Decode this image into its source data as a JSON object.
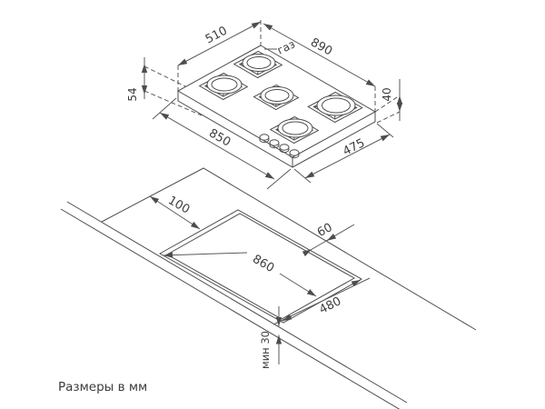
{
  "note": {
    "text": "Размеры в мм"
  },
  "top_view": {
    "description": "gas hob isometric dimensional drawing",
    "gas_label": "газ",
    "burner_count": 5,
    "knob_count": 4,
    "dims": {
      "width_back": "510",
      "length_back": "890",
      "thickness_left": "54",
      "thickness_right": "40",
      "length_front": "850",
      "width_front": "475"
    }
  },
  "bottom_view": {
    "description": "worktop cutout isometric dimensional drawing",
    "dims": {
      "end_offset": "100",
      "back_offset": "60",
      "cutout_length": "860",
      "cutout_width": "480",
      "front_min": "мин 30"
    }
  },
  "colors": {
    "line": "#4d4d4d",
    "text": "#3d3d3d",
    "background": "#ffffff"
  }
}
